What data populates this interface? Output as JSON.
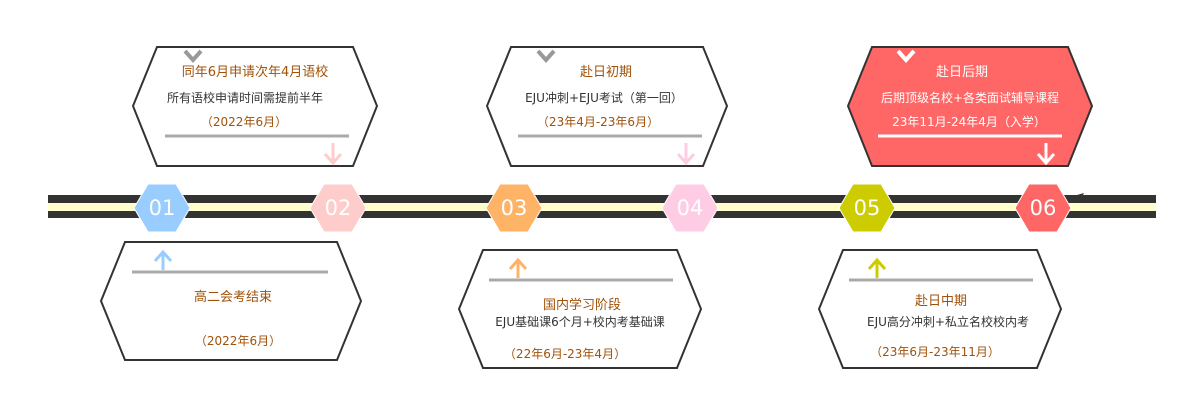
{
  "colors": {
    "s1": "#99ccff",
    "s2": "#ffcccc",
    "s3": "#ffb366",
    "s4": "#ffcce6",
    "s5": "#cccc00",
    "s6": "#ff6666"
  },
  "steps": [
    {
      "num": "01",
      "title": "高二会考结束",
      "desc": "",
      "date": "（2022年6月）"
    },
    {
      "num": "02",
      "title": "同年6月申请次年4月语校",
      "desc": "所有语校申请时间需提前半年",
      "date": "（2022年6月）"
    },
    {
      "num": "03",
      "title": "国内学习阶段",
      "desc": "EJU基础课6个月+校内考基础课",
      "date": "（22年6月-23年4月）"
    },
    {
      "num": "04",
      "title": "赴日初期",
      "desc": "EJU冲刺+EJU考试（第一回）",
      "date": "（23年4月-23年6月）"
    },
    {
      "num": "05",
      "title": "赴日中期",
      "desc": "EJU高分冲刺+私立名校校内考",
      "date": "（23年6月-23年11月）"
    },
    {
      "num": "06",
      "title": "赴日后期",
      "desc": "后期顶级名校+各类面试辅导课程",
      "date": "23年11月-24年4月（入学）"
    }
  ]
}
